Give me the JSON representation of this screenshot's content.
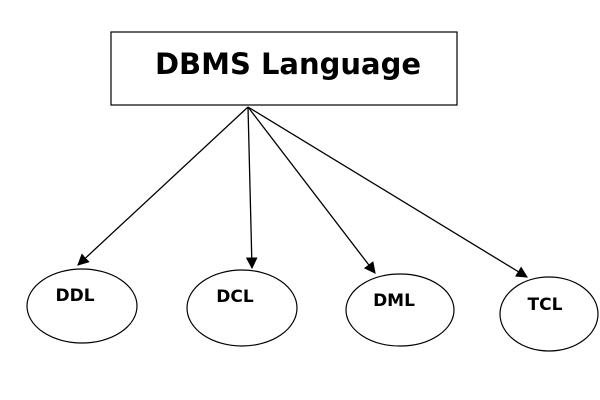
{
  "diagram": {
    "root": {
      "label": "DBMS Language"
    },
    "children": [
      {
        "label": "DDL"
      },
      {
        "label": "DCL"
      },
      {
        "label": "DML"
      },
      {
        "label": "TCL"
      }
    ],
    "colors": {
      "stroke": "#000000",
      "background": "#ffffff",
      "text": "#000000"
    }
  }
}
